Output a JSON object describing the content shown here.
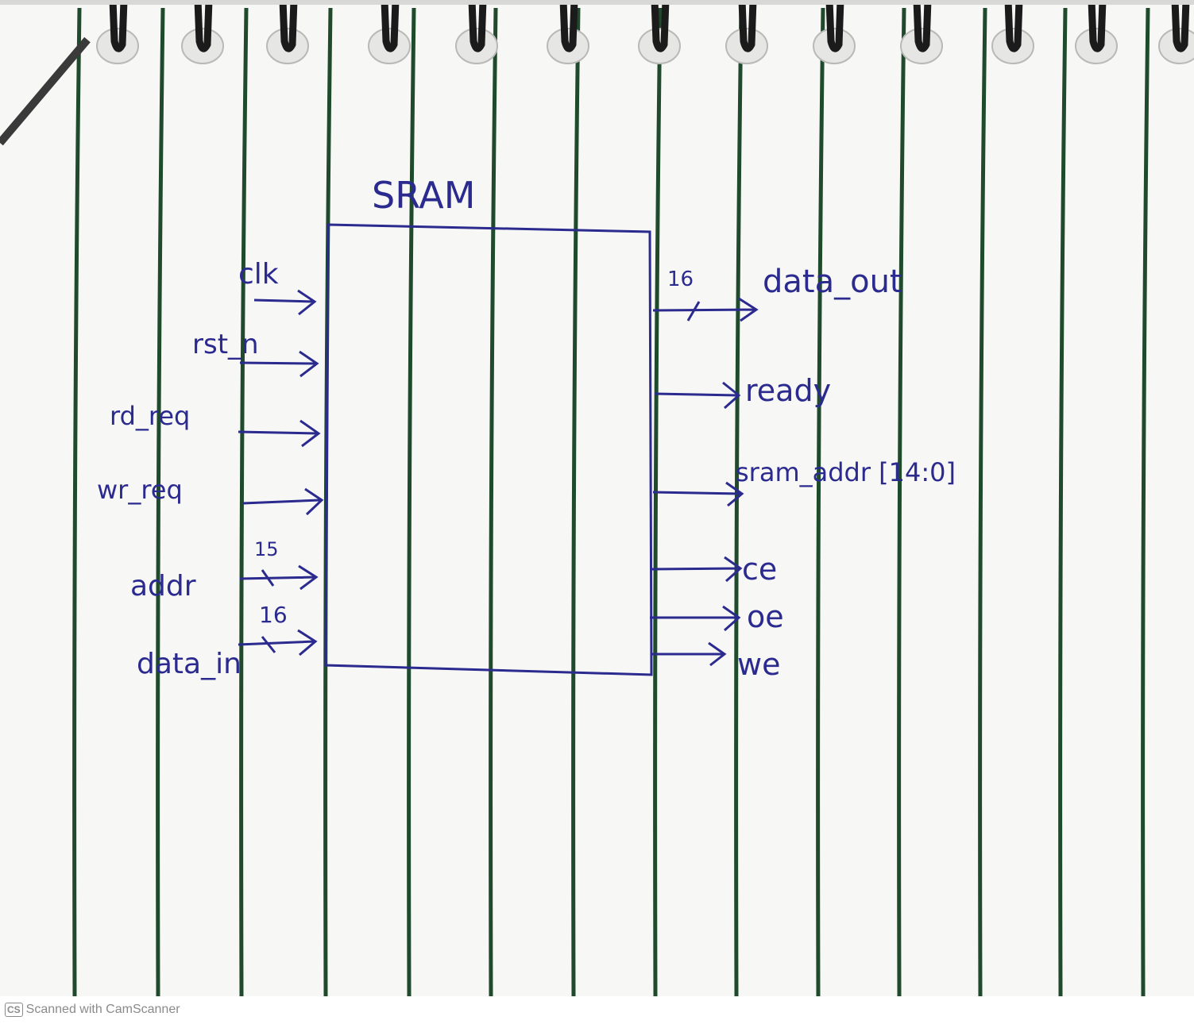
{
  "diagram": {
    "title": "SRAM",
    "inputs": [
      {
        "label": "clk",
        "width": ""
      },
      {
        "label": "rst_n",
        "width": ""
      },
      {
        "label": "rd_req",
        "width": ""
      },
      {
        "label": "wr_req",
        "width": ""
      },
      {
        "label": "addr",
        "width": "15"
      },
      {
        "label": "data_in",
        "width": "16"
      }
    ],
    "outputs": [
      {
        "label": "data_out",
        "width": "16"
      },
      {
        "label": "ready",
        "width": ""
      },
      {
        "label": "sram_addr [14:0]",
        "width": ""
      },
      {
        "label": "ce",
        "width": ""
      },
      {
        "label": "oe",
        "width": ""
      },
      {
        "label": "we",
        "width": ""
      }
    ],
    "ink_color": "#2b2a8f",
    "rule_color": "#1f4a2c"
  },
  "watermark": {
    "logo": "CS",
    "text": "Scanned with CamScanner"
  }
}
